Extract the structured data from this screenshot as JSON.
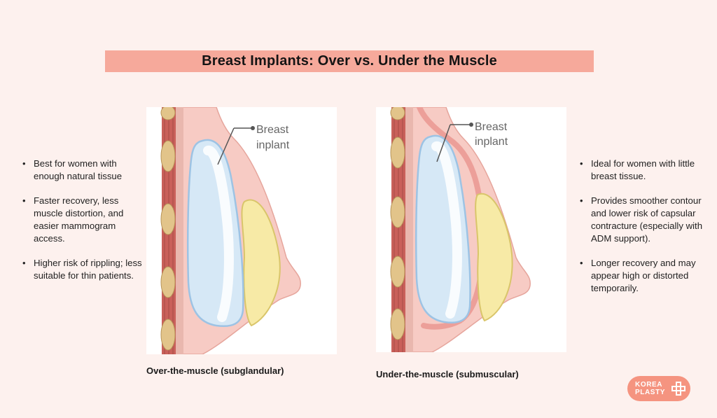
{
  "title": "Breast Implants: Over vs. Under the Muscle",
  "left_panel": {
    "bullets": [
      "Best for women with enough natural tissue",
      "Faster recovery, less muscle distortion, and easier mammogram access.",
      "Higher risk of rippling; less suitable for thin patients."
    ]
  },
  "right_panel": {
    "bullets": [
      "Ideal for women with little breast tissue.",
      "Provides smoother contour and lower risk of capsular contracture (especially with ADM support).",
      "Longer recovery and may appear high or distorted temporarily."
    ]
  },
  "diagram_over": {
    "label_line1": "Breast",
    "label_line2": "inplant",
    "caption": "Over-the-muscle (subglandular)"
  },
  "diagram_under": {
    "label_line1": "Breast",
    "label_line2": "inplant",
    "caption": "Under-the-muscle (submuscular)"
  },
  "logo": {
    "line1": "KOREA",
    "line2": "PLASTY",
    "icon": "plus-cross-icon"
  },
  "colors": {
    "title_bar": "#f6a99b",
    "background": "#fdf1ee",
    "skin": "#f7cbc4",
    "muscle": "#c9605a",
    "implant": "#cfe3f3",
    "gland": "#f7eaa6",
    "logo": "#f59480"
  }
}
